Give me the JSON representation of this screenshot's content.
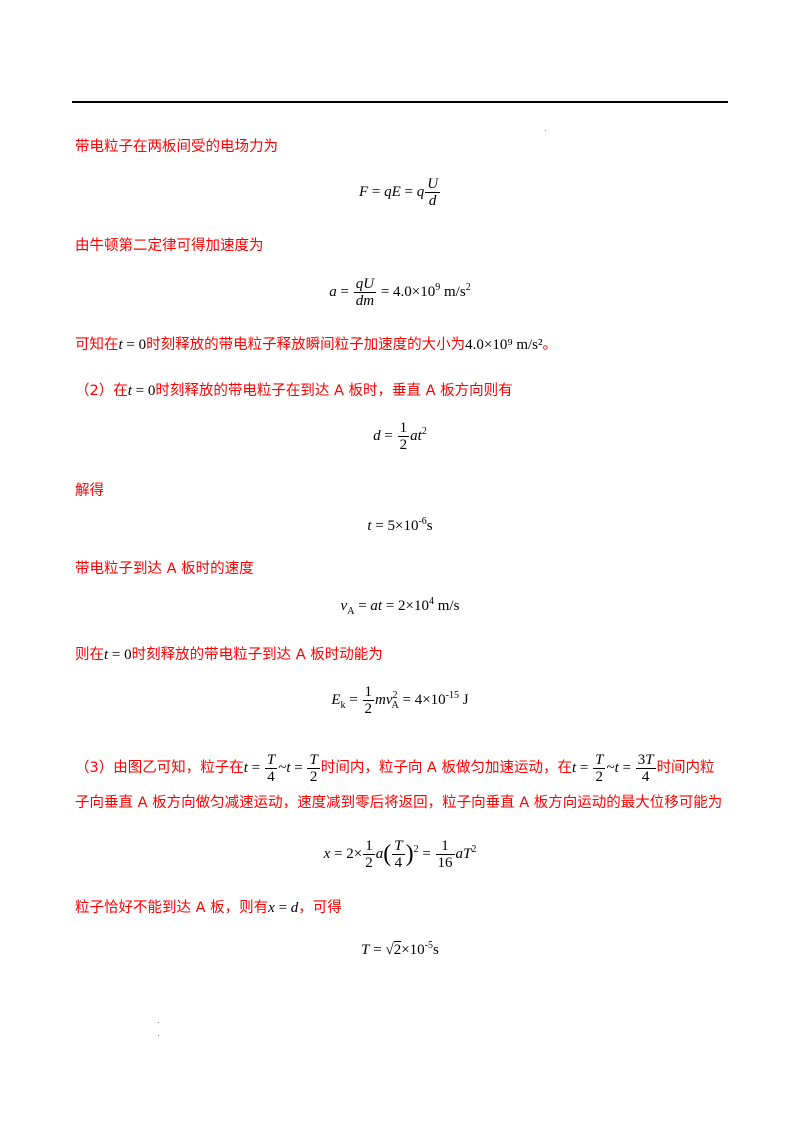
{
  "lines": {
    "l1": "带电粒子在两板间受的电场力为",
    "l2": "由牛顿第二定律可得加速度为",
    "l3a": "可知在",
    "l3b": "时刻释放的带电粒子释放瞬间粒子加速度的大小为",
    "l3c": "。",
    "l4a": "（2）在",
    "l4b": "时刻释放的带电粒子在到达 A 板时，垂直 A 板方向则有",
    "l5": "解得",
    "l6": "带电粒子到达 A 板时的速度",
    "l7a": "则在",
    "l7b": "时刻释放的带电粒子到达 A 板时动能为",
    "l8a": "（3）由图乙可知，粒子在",
    "l8b": "时间内，粒子向 A 板做匀加速运动，在",
    "l8c": "时间内粒",
    "l9": "子向垂直 A 板方向做匀减速运动，速度减到零后将返回，粒子向垂直 A 板方向运动的最大位移可能为",
    "l10a": "粒子恰好不能到达 A 板，则有",
    "l10b": "，可得"
  },
  "math": {
    "t0": "t = 0",
    "acc_val": "4.0×10⁹ m/s²",
    "t_val": "t = 5×10⁻⁶ s",
    "vA_val": "= at = 2×10⁴ m/s",
    "Ek_val": "= 4×10⁻¹⁵ J",
    "x_eq_d": "x = d",
    "T_val": "T = √2×10⁻⁵ s"
  }
}
